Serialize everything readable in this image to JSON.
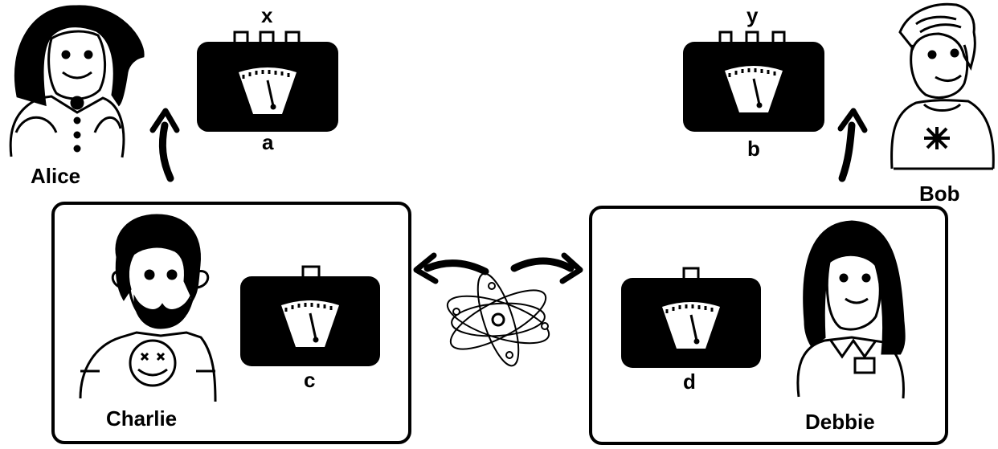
{
  "people": {
    "alice": {
      "name": "Alice"
    },
    "bob": {
      "name": "Bob"
    },
    "charlie": {
      "name": "Charlie"
    },
    "debbie": {
      "name": "Debbie"
    }
  },
  "devices": {
    "alice_device": {
      "input_label": "x",
      "output_label": "a",
      "input_buttons": 3
    },
    "bob_device": {
      "input_label": "y",
      "output_label": "b",
      "input_buttons": 3
    },
    "charlie_device": {
      "output_label": "c",
      "input_buttons": 1
    },
    "debbie_device": {
      "output_label": "d",
      "input_buttons": 1
    }
  },
  "source": {
    "icon": "atom-icon"
  },
  "colors": {
    "ink": "#000000",
    "paper": "#ffffff"
  }
}
